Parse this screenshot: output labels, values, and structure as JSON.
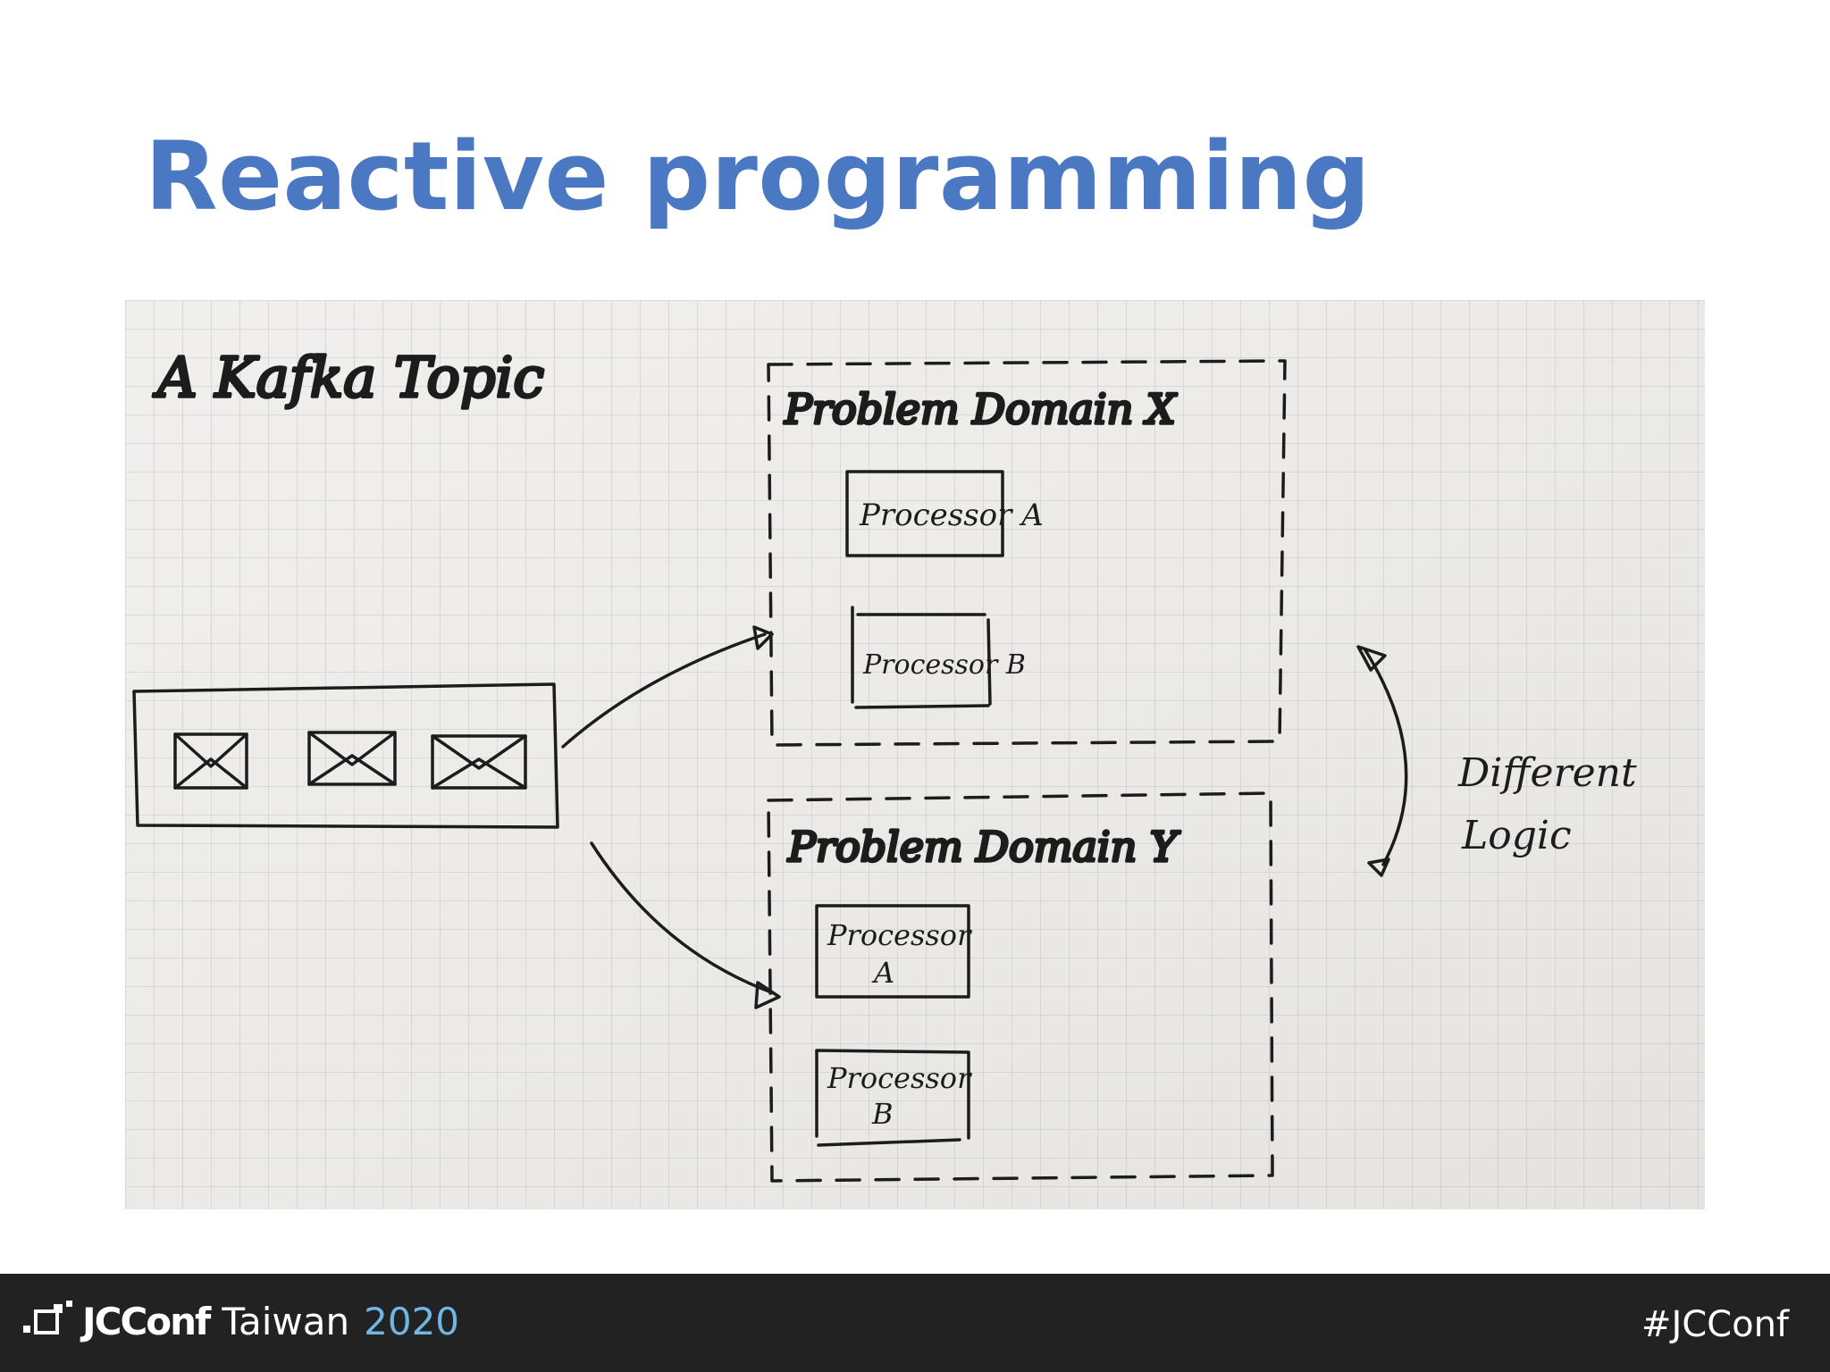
{
  "title": "Reactive programming",
  "diagram": {
    "topic_label": "A Kafka Topic",
    "domain_x": {
      "label": "Problem Domain X",
      "processor_a": "Processor A",
      "processor_b": "Processor B"
    },
    "domain_y": {
      "label": "Problem Domain Y",
      "processor_a_line1": "Processor",
      "processor_a_line2": "A",
      "processor_b_line1": "Processor",
      "processor_b_line2": "B"
    },
    "relation_line1": "Different",
    "relation_line2": "Logic",
    "message_icon_count": 3
  },
  "footer": {
    "brand_name": "JCConf",
    "brand_country": "Taiwan",
    "brand_year": "2020",
    "hashtag": "#JCConf",
    "year_color": "#6fb6e6"
  },
  "colors": {
    "title": "#4a78c2",
    "footer_bg": "#222222",
    "paper": "#eceae6",
    "ink": "#1c1c1c"
  }
}
